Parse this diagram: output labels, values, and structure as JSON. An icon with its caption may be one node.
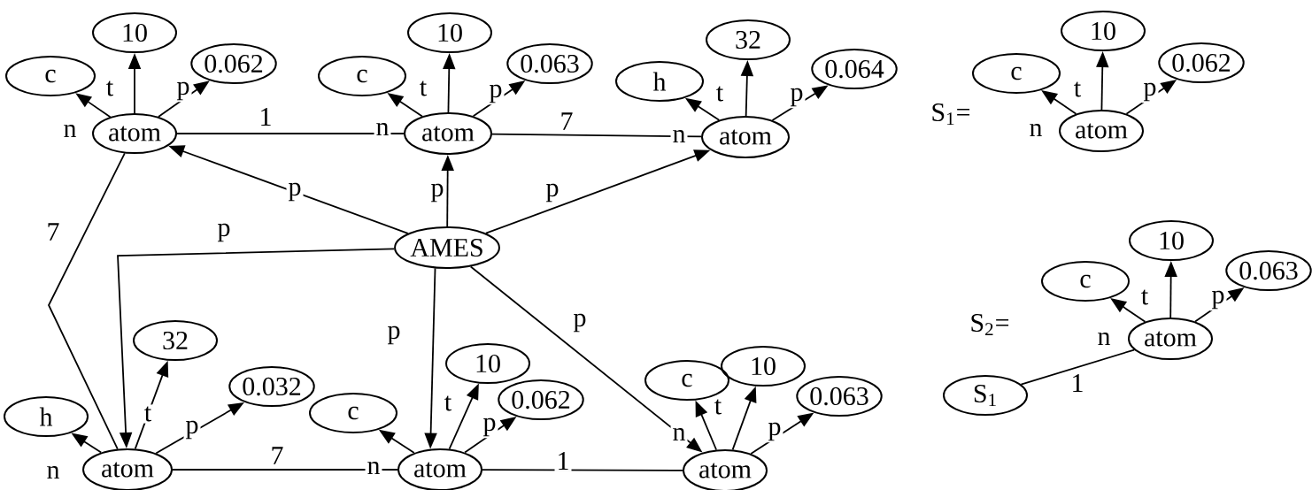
{
  "diagram": {
    "nodes": [
      {
        "text": [
          "atom"
        ]
      },
      {
        "text": [
          "c"
        ]
      },
      {
        "text": [
          "10"
        ]
      },
      {
        "text": [
          "0.062"
        ]
      },
      {
        "text": [
          "atom"
        ]
      },
      {
        "text": [
          "c"
        ]
      },
      {
        "text": [
          "10"
        ]
      },
      {
        "text": [
          "0.063"
        ]
      },
      {
        "text": [
          "atom"
        ]
      },
      {
        "text": [
          "h"
        ]
      },
      {
        "text": [
          "32"
        ]
      },
      {
        "text": [
          "0.064"
        ]
      },
      {
        "text": [
          "AMES"
        ]
      },
      {
        "text": [
          "atom"
        ]
      },
      {
        "text": [
          "h"
        ]
      },
      {
        "text": [
          "32"
        ]
      },
      {
        "text": [
          "0.032"
        ]
      },
      {
        "text": [
          "atom"
        ]
      },
      {
        "text": [
          "c"
        ]
      },
      {
        "text": [
          "10"
        ]
      },
      {
        "text": [
          "0.062"
        ]
      },
      {
        "text": [
          "atom"
        ]
      },
      {
        "text": [
          "c"
        ]
      },
      {
        "text": [
          "10"
        ]
      },
      {
        "text": [
          "0.063"
        ]
      },
      {
        "text": [
          "atom"
        ]
      },
      {
        "text": [
          "c"
        ]
      },
      {
        "text": [
          "10"
        ]
      },
      {
        "text": [
          "0.062"
        ]
      },
      {
        "text": [
          "atom"
        ]
      },
      {
        "text": [
          "c"
        ]
      },
      {
        "text": [
          "10"
        ]
      },
      {
        "text": [
          "0.063"
        ]
      },
      {
        "text": [
          "S$_{1}$"
        ]
      }
    ],
    "edges": [
      {
        "from": 0,
        "to": 1,
        "arrow": "to",
        "label": "n"
      },
      {
        "from": 0,
        "to": 2,
        "arrow": "to",
        "label": "t"
      },
      {
        "from": 0,
        "to": 3,
        "arrow": "to",
        "label": "p"
      },
      {
        "from": 4,
        "to": 5,
        "arrow": "to",
        "label": "n"
      },
      {
        "from": 4,
        "to": 6,
        "arrow": "to",
        "label": "t"
      },
      {
        "from": 4,
        "to": 7,
        "arrow": "to",
        "label": "p"
      },
      {
        "from": 8,
        "to": 9,
        "arrow": "to",
        "label": "n"
      },
      {
        "from": 8,
        "to": 10,
        "arrow": "to",
        "label": "t"
      },
      {
        "from": 8,
        "to": 11,
        "arrow": "to",
        "label": "p"
      },
      {
        "from": 0,
        "to": 4,
        "arrow": "none",
        "label": "1"
      },
      {
        "from": 4,
        "to": 8,
        "arrow": "none",
        "label": "7"
      },
      {
        "from": 0,
        "to": 13,
        "arrow": "none",
        "label": "7"
      },
      {
        "from": 12,
        "to": 0,
        "arrow": "to",
        "label": "p"
      },
      {
        "from": 12,
        "to": 4,
        "arrow": "to",
        "label": "p"
      },
      {
        "from": 12,
        "to": 8,
        "arrow": "to",
        "label": "p"
      },
      {
        "from": 12,
        "to": 13,
        "arrow": "to",
        "label": "p"
      },
      {
        "from": 12,
        "to": 17,
        "arrow": "to",
        "label": "p"
      },
      {
        "from": 12,
        "to": 21,
        "arrow": "to",
        "label": "p"
      },
      {
        "from": 13,
        "to": 14,
        "arrow": "to",
        "label": "n"
      },
      {
        "from": 13,
        "to": 15,
        "arrow": "to",
        "label": "t"
      },
      {
        "from": 13,
        "to": 16,
        "arrow": "to",
        "label": "p"
      },
      {
        "from": 17,
        "to": 18,
        "arrow": "to",
        "label": "n"
      },
      {
        "from": 17,
        "to": 19,
        "arrow": "to",
        "label": "t"
      },
      {
        "from": 17,
        "to": 20,
        "arrow": "to",
        "label": "p"
      },
      {
        "from": 21,
        "to": 22,
        "arrow": "to",
        "label": "n"
      },
      {
        "from": 21,
        "to": 23,
        "arrow": "to",
        "label": "t"
      },
      {
        "from": 21,
        "to": 24,
        "arrow": "to",
        "label": "p"
      },
      {
        "from": 13,
        "to": 17,
        "arrow": "none",
        "label": "7"
      },
      {
        "from": 17,
        "to": 21,
        "arrow": "none",
        "label": "1"
      },
      {
        "from": 25,
        "to": 26,
        "arrow": "to",
        "label": "n"
      },
      {
        "from": 25,
        "to": 27,
        "arrow": "to",
        "label": "t"
      },
      {
        "from": 25,
        "to": 28,
        "arrow": "to",
        "label": "p"
      },
      {
        "from": 29,
        "to": 30,
        "arrow": "to",
        "label": "n"
      },
      {
        "from": 29,
        "to": 31,
        "arrow": "to",
        "label": "t"
      },
      {
        "from": 29,
        "to": 32,
        "arrow": "to",
        "label": "p"
      },
      {
        "from": 33,
        "to": 29,
        "arrow": "none",
        "label": "1"
      }
    ],
    "labels": [
      "S$_{1}$=",
      "S$_{2}$="
    ]
  }
}
